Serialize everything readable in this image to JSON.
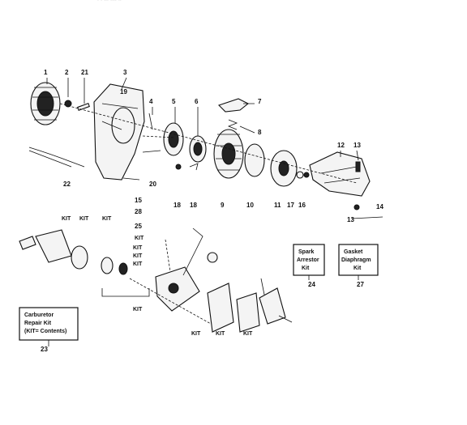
{
  "header": {
    "partial_title": "' ' ''' '''' ''"
  },
  "callouts": [
    "1",
    "2",
    "21",
    "3",
    "4",
    "5",
    "6",
    "7",
    "8",
    "9",
    "10",
    "11",
    "12",
    "13",
    "14",
    "13",
    "15",
    "16",
    "17",
    "18",
    "18",
    "19",
    "20",
    "22",
    "23",
    "24",
    "25",
    "27",
    "28"
  ],
  "kit_labels": [
    "KIT",
    "KIT",
    "KIT",
    "KIT",
    "KIT",
    "KIT",
    "KIT",
    "KIT",
    "KIT",
    "KIT",
    "KIT"
  ],
  "boxes": {
    "carburetor_kit": [
      "Carburetor",
      "Repair Kit",
      "(KIT= Contents)"
    ],
    "spark_arrestor_kit": [
      "Spark",
      "Arrestor",
      "Kit"
    ],
    "gasket_diaphragm_kit": [
      "Gasket",
      "Diaphragm",
      "Kit"
    ]
  },
  "box_numbers": {
    "carburetor_kit": "23",
    "spark_arrestor_kit": "24",
    "gasket_diaphragm_kit": "27"
  }
}
